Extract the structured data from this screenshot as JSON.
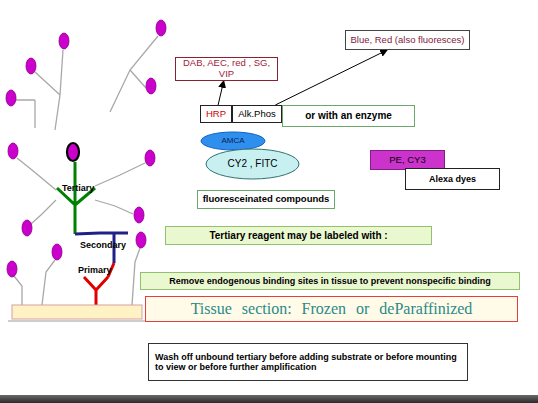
{
  "diagram": {
    "nodes": [
      {
        "text": [
          "Blue, Red (also fluoresces)"
        ]
      },
      {
        "text": [
          "DAB, AEC, red , SG, VIP"
        ]
      },
      {
        "text": [
          "HRP"
        ]
      },
      {
        "text": [
          "Alk.Phos"
        ]
      },
      {
        "text": [
          "or with an enzyme"
        ]
      },
      {
        "text": [
          "AMCA"
        ]
      },
      {
        "text": [
          "CY2 , FITC"
        ]
      },
      {
        "text": [
          "PE, CY3"
        ]
      },
      {
        "text": [
          "Alexa dyes"
        ]
      },
      {
        "text": [
          "fluoresceinated compounds"
        ]
      },
      {
        "text": [
          "Tertiary reagent may be labeled with :"
        ]
      },
      {
        "text": [
          "Remove endogenous binding sites in tissue to prevent nonspecific binding"
        ]
      },
      {
        "text": [
          "Tissue section: Frozen or deParaffinized"
        ]
      },
      {
        "text": [
          "Wash off unbound tertiary before adding substrate or before mounting to view or before further amplification"
        ]
      }
    ],
    "edges": [
      {
        "from": 2,
        "to": 1,
        "arrow": "to"
      },
      {
        "from": 3,
        "to": 0,
        "arrow": "to"
      }
    ],
    "labels": [
      "Tertiary",
      "Secondary",
      "Primary"
    ]
  }
}
